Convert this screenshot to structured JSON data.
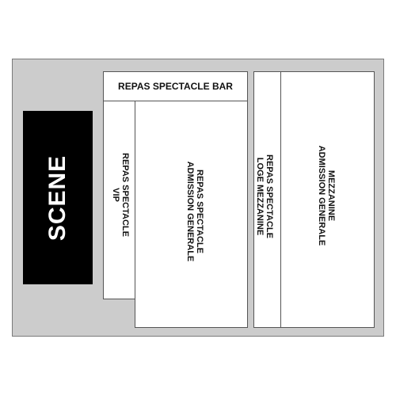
{
  "stage": {
    "label": "SCENE"
  },
  "zones": {
    "bar": {
      "label": "REPAS SPECTACLE BAR"
    },
    "vip": {
      "line1": "REPAS SPECTACLE",
      "line2": "VIP"
    },
    "admission": {
      "line1": "REPAS SPECTACLE",
      "line2": "ADMISSION GENERALE"
    },
    "loge": {
      "line1": "REPAS SPECTACLE",
      "line2": "LOGE MEZZANINE"
    },
    "mezzanine": {
      "line1": "MEZZANINE",
      "line2": "ADMISSION GENERALE"
    }
  },
  "colors": {
    "background": "#cccccc",
    "stage": "#000000",
    "zone": "#ffffff"
  }
}
